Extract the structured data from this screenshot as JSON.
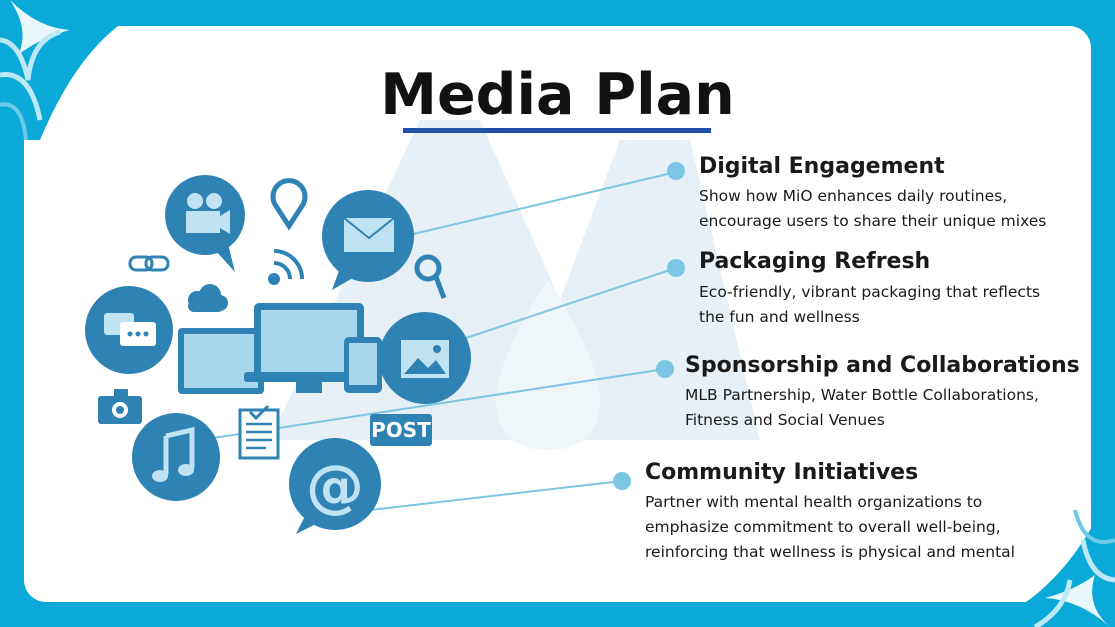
{
  "slide": {
    "title": "Media Plan",
    "items": [
      {
        "title": "Digital Engagement",
        "description": "Show how MiO enhances daily routines,\nencourage users to share their unique mixes"
      },
      {
        "title": "Packaging Refresh",
        "description": " Eco-friendly, vibrant packaging that reflects\nthe fun and wellness"
      },
      {
        "title": "Sponsorship and Collaborations",
        "description": "MLB Partnership, Water Bottle Collaborations,\nFitness and Social Venues"
      },
      {
        "title": "Community Initiatives",
        "description": "Partner with mental health organizations to\nemphasize commitment to overall well-being,\nreinforcing that wellness is physical and mental"
      }
    ],
    "post_label": "POST",
    "colors": {
      "background": "#0aa9d8",
      "icon_circle": "#2f82b4",
      "accent": "#1f4fa8",
      "dot": "#7cc6e4"
    }
  }
}
